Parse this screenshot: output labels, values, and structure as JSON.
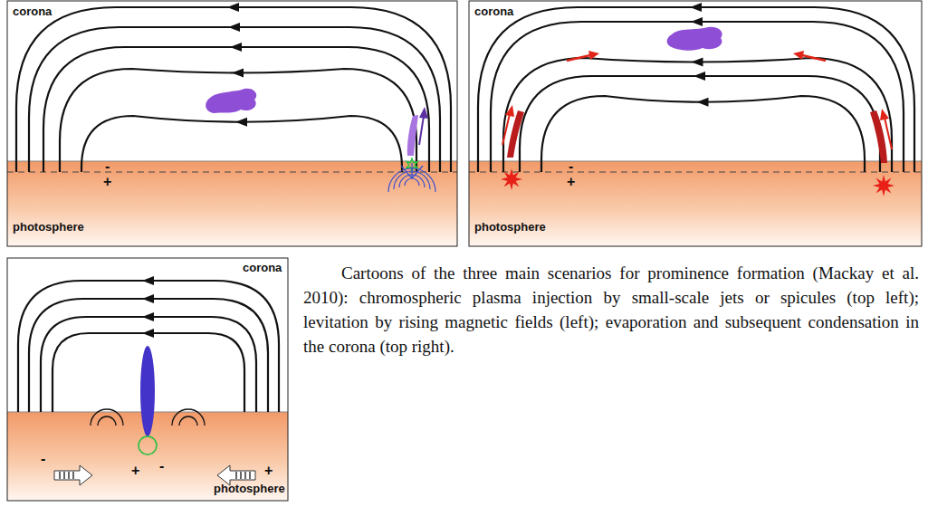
{
  "diagram": {
    "caption": "Cartoons of the three main scenarios for prominence formation (Mackay et al. 2010): chromospheric plasma injection by small-scale jets or spicules (top left); levitation by rising magnetic fields (left); evaporation and subsequent condensation in the corona (top right).",
    "labels": [
      "corona",
      "-",
      "+",
      "photosphere",
      "corona",
      "-",
      "+",
      "photosphere",
      "corona",
      "-",
      "+",
      "-",
      "+",
      "photosphere"
    ]
  }
}
